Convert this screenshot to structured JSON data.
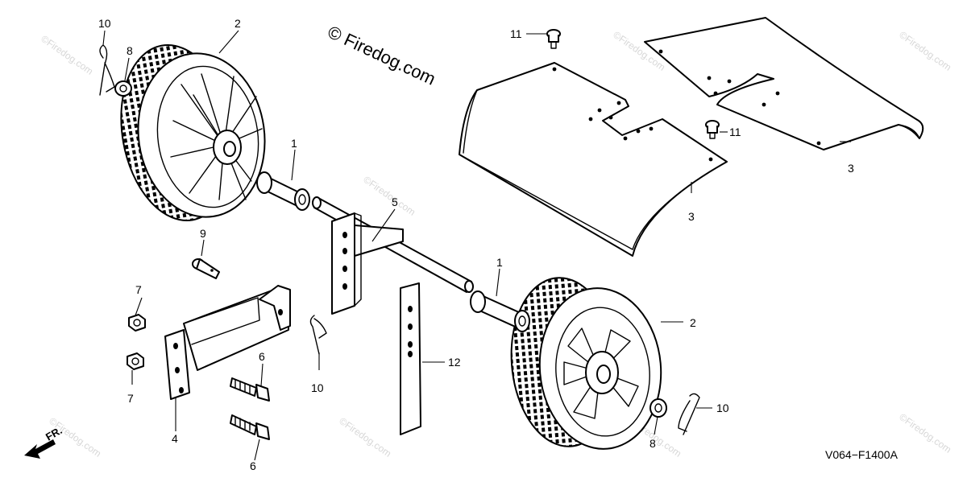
{
  "diagram": {
    "watermark_text": "©Firedog.com",
    "logo_text": "© Firedog.com",
    "drawing_code": "V064−F1400A",
    "front_label": "FR.",
    "callouts": {
      "c10a": "10",
      "c2a": "2",
      "c8a": "8",
      "c1a": "1",
      "c11a": "11",
      "c11b": "11",
      "c3a": "3",
      "c3b": "3",
      "c5": "5",
      "c9": "9",
      "c7a": "7",
      "c7b": "7",
      "c1b": "1",
      "c2b": "2",
      "c6a": "6",
      "c10b": "10",
      "c12": "12",
      "c4": "4",
      "c6b": "6",
      "c8b": "8",
      "c10c": "10"
    }
  }
}
